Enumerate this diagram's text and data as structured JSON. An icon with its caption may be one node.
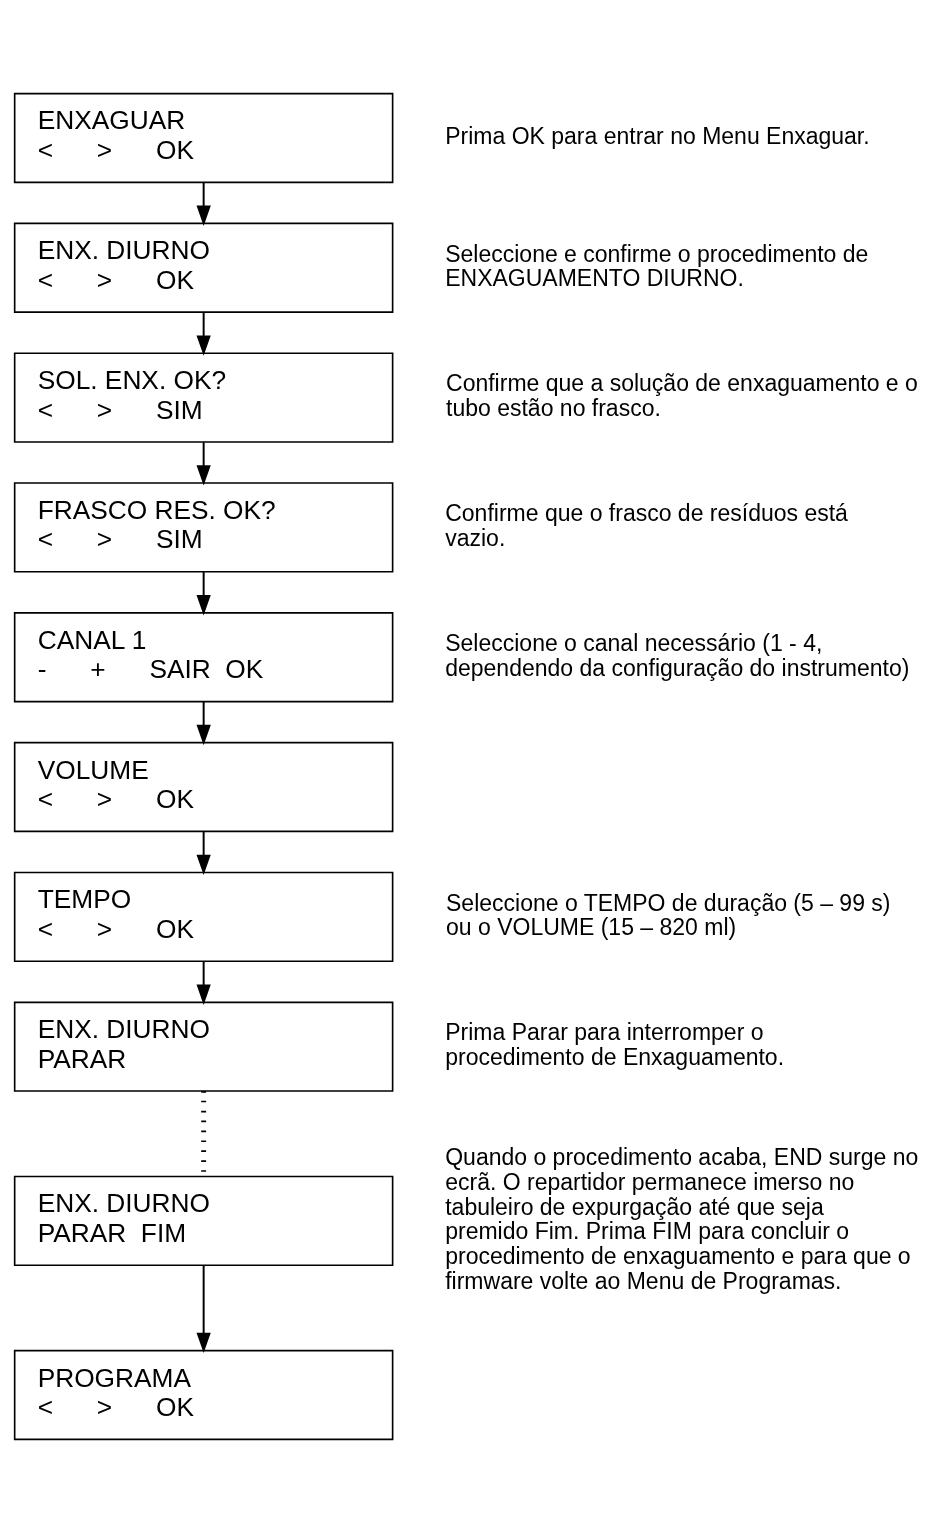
{
  "diagram": {
    "nodes": [
      {
        "text": [
          "ENXAGUAR",
          "<      >      OK"
        ],
        "beside": [
          "Prima OK para entrar no Menu Enxaguar."
        ]
      },
      {
        "text": [
          "ENX. DIURNO",
          "<      >      OK"
        ],
        "beside": [
          "Seleccione e confirme o procedimento de ENXAGUAMENTO DIURNO."
        ]
      },
      {
        "text": [
          "SOL. ENX. OK?",
          "<      >      SIM"
        ],
        "beside": [
          "Confirme que a solução de enxaguamento e o tubo estão no frasco."
        ]
      },
      {
        "text": [
          "FRASCO RES. OK?",
          "<      >      SIM"
        ],
        "beside": [
          "Confirme que o frasco de resíduos está vazio."
        ]
      },
      {
        "text": [
          "CANAL 1",
          "-      +      SAIR  OK"
        ],
        "beside": [
          "Seleccione o canal necessário (1 - 4, dependendo da configuração do instrumento)"
        ]
      },
      {
        "text": [
          "VOLUME",
          "<      >      OK"
        ]
      },
      {
        "text": [
          "TEMPO",
          "<      >      OK"
        ]
      },
      {
        "text": [
          "ENX. DIURNO",
          "PARAR"
        ],
        "beside": [
          "Prima Parar para interromper o procedimento de Enxaguamento."
        ]
      },
      {
        "text": [
          "ENX. DIURNO",
          "PARAR  FIM"
        ],
        "beside": [
          "Quando o procedimento acaba, END surge no ecrã. O repartidor permanece imerso no tabuleiro de expurgação até que seja premido Fim. Prima FIM para concluir o procedimento de enxaguamento e para que o firmware volte ao Menu de Programas."
        ]
      },
      {
        "text": [
          "PROGRAMA",
          "<      >      OK"
        ]
      }
    ],
    "edges": [
      {
        "from": 0,
        "to": 1,
        "arrow": "to"
      },
      {
        "from": 1,
        "to": 2,
        "arrow": "to"
      },
      {
        "from": 2,
        "to": 3,
        "arrow": "to"
      },
      {
        "from": 3,
        "to": 4,
        "arrow": "to"
      },
      {
        "from": 4,
        "to": 5,
        "arrow": "to"
      },
      {
        "from": 5,
        "to": 6,
        "arrow": "to"
      },
      {
        "from": 6,
        "to": 7,
        "arrow": "to"
      },
      {
        "from": 7,
        "to": 8,
        "arrow": "none",
        "style": "dashed"
      },
      {
        "from": 8,
        "to": 9,
        "arrow": "to"
      }
    ],
    "labels": [
      "Seleccione o TEMPO de duração (5 – 99 s) ou o VOLUME (15 – 820 ml)"
    ]
  }
}
